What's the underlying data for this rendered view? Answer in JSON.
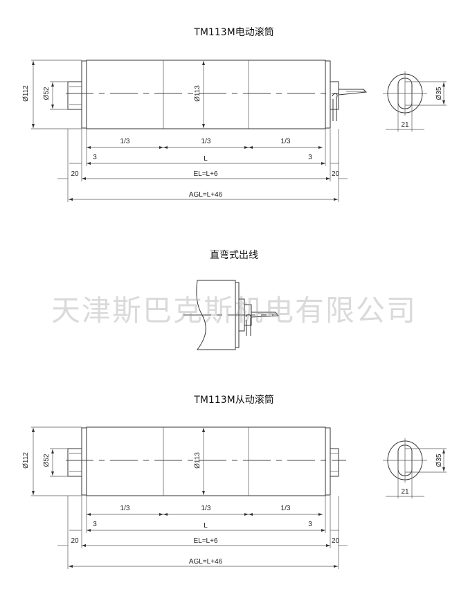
{
  "drawings": [
    {
      "title": "TM113M电动滚筒",
      "type": "motorized",
      "dims": {
        "outer_dia": "Ø112",
        "shaft_dia": "Ø52",
        "tube_dia": "Ø113",
        "third": "1/3",
        "gap": "3",
        "length": "L",
        "el": "EL=L+6",
        "end": "20",
        "agl": "AGL=L+46",
        "section_dia": "Ø35",
        "flat": "21"
      }
    },
    {
      "title": "直弯式出线",
      "type": "cable-detail"
    },
    {
      "title": "TM113M从动滚筒",
      "type": "idler",
      "dims": {
        "outer_dia": "Ø112",
        "shaft_dia": "Ø52",
        "tube_dia": "Ø113",
        "third": "1/3",
        "gap": "3",
        "length": "L",
        "el": "EL=L+6",
        "end": "20",
        "agl": "AGL=L+46",
        "section_dia": "Ø35",
        "flat": "21"
      }
    }
  ],
  "watermark": "天津斯巴克斯机电有限公司"
}
